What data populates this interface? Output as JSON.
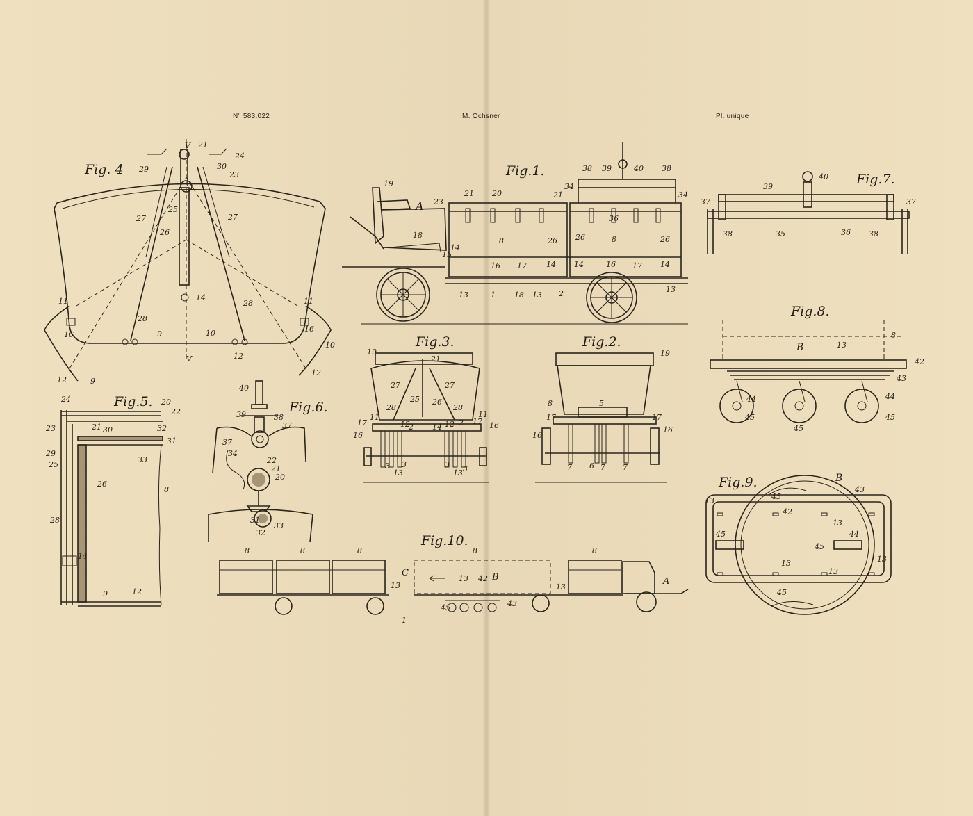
{
  "header": {
    "patent_number": "N° 583.022",
    "inventor": "M. Ochsner",
    "plate": "Pl. unique"
  },
  "figures": {
    "fig1": {
      "label": "Fig.1."
    },
    "fig2": {
      "label": "Fig.2."
    },
    "fig3": {
      "label": "Fig.3."
    },
    "fig4": {
      "label": "Fig. 4"
    },
    "fig5": {
      "label": "Fig.5."
    },
    "fig6": {
      "label": "Fig.6."
    },
    "fig7": {
      "label": "Fig.7."
    },
    "fig8": {
      "label": "Fig.8."
    },
    "fig9": {
      "label": "Fig.9."
    },
    "fig10": {
      "label": "Fig.10."
    }
  },
  "callouts": {
    "fig1": [
      "19",
      "A",
      "23",
      "21",
      "20",
      "21",
      "34",
      "38",
      "39",
      "40",
      "38",
      "34",
      "18",
      "8",
      "26",
      "26",
      "8",
      "36",
      "26",
      "15",
      "14",
      "16",
      "17",
      "14",
      "14",
      "16",
      "17",
      "14",
      "13",
      "1",
      "18",
      "13",
      "2",
      "13"
    ],
    "fig2": [
      "19",
      "8",
      "5",
      "17",
      "17",
      "16",
      "16",
      "7",
      "6",
      "7",
      "7"
    ],
    "fig3": [
      "19",
      "21",
      "27",
      "27",
      "25",
      "26",
      "28",
      "28",
      "11",
      "11",
      "17",
      "17",
      "16",
      "16",
      "12",
      "2",
      "14",
      "12",
      "2",
      "3",
      "3",
      "13",
      "3",
      "13",
      "3"
    ],
    "fig4": [
      "V",
      "21",
      "24",
      "29",
      "30",
      "23",
      "25",
      "27",
      "27",
      "26",
      "11",
      "14",
      "11",
      "28",
      "28",
      "16",
      "9",
      "10",
      "16",
      "10",
      "12",
      "12",
      "9",
      "V",
      "12"
    ],
    "fig5": [
      "24",
      "20",
      "22",
      "23",
      "21",
      "30",
      "32",
      "29",
      "31",
      "25",
      "33",
      "26",
      "8",
      "28",
      "14",
      "9",
      "12"
    ],
    "fig6": [
      "40",
      "39",
      "38",
      "37",
      "37",
      "34",
      "22",
      "21",
      "20",
      "31",
      "33",
      "32"
    ],
    "fig7": [
      "40",
      "39",
      "37",
      "37",
      "38",
      "35",
      "36",
      "38"
    ],
    "fig8": [
      "8",
      "B",
      "13",
      "42",
      "43",
      "44",
      "44",
      "45",
      "45",
      "45"
    ],
    "fig9": [
      "B",
      "43",
      "45",
      "42",
      "13",
      "13",
      "45",
      "13",
      "45",
      "44",
      "13",
      "13",
      "45"
    ],
    "fig10": [
      "8",
      "8",
      "8",
      "8",
      "8",
      "C",
      "13",
      "13",
      "42",
      "B",
      "13",
      "A",
      "45",
      "43",
      "1"
    ]
  }
}
